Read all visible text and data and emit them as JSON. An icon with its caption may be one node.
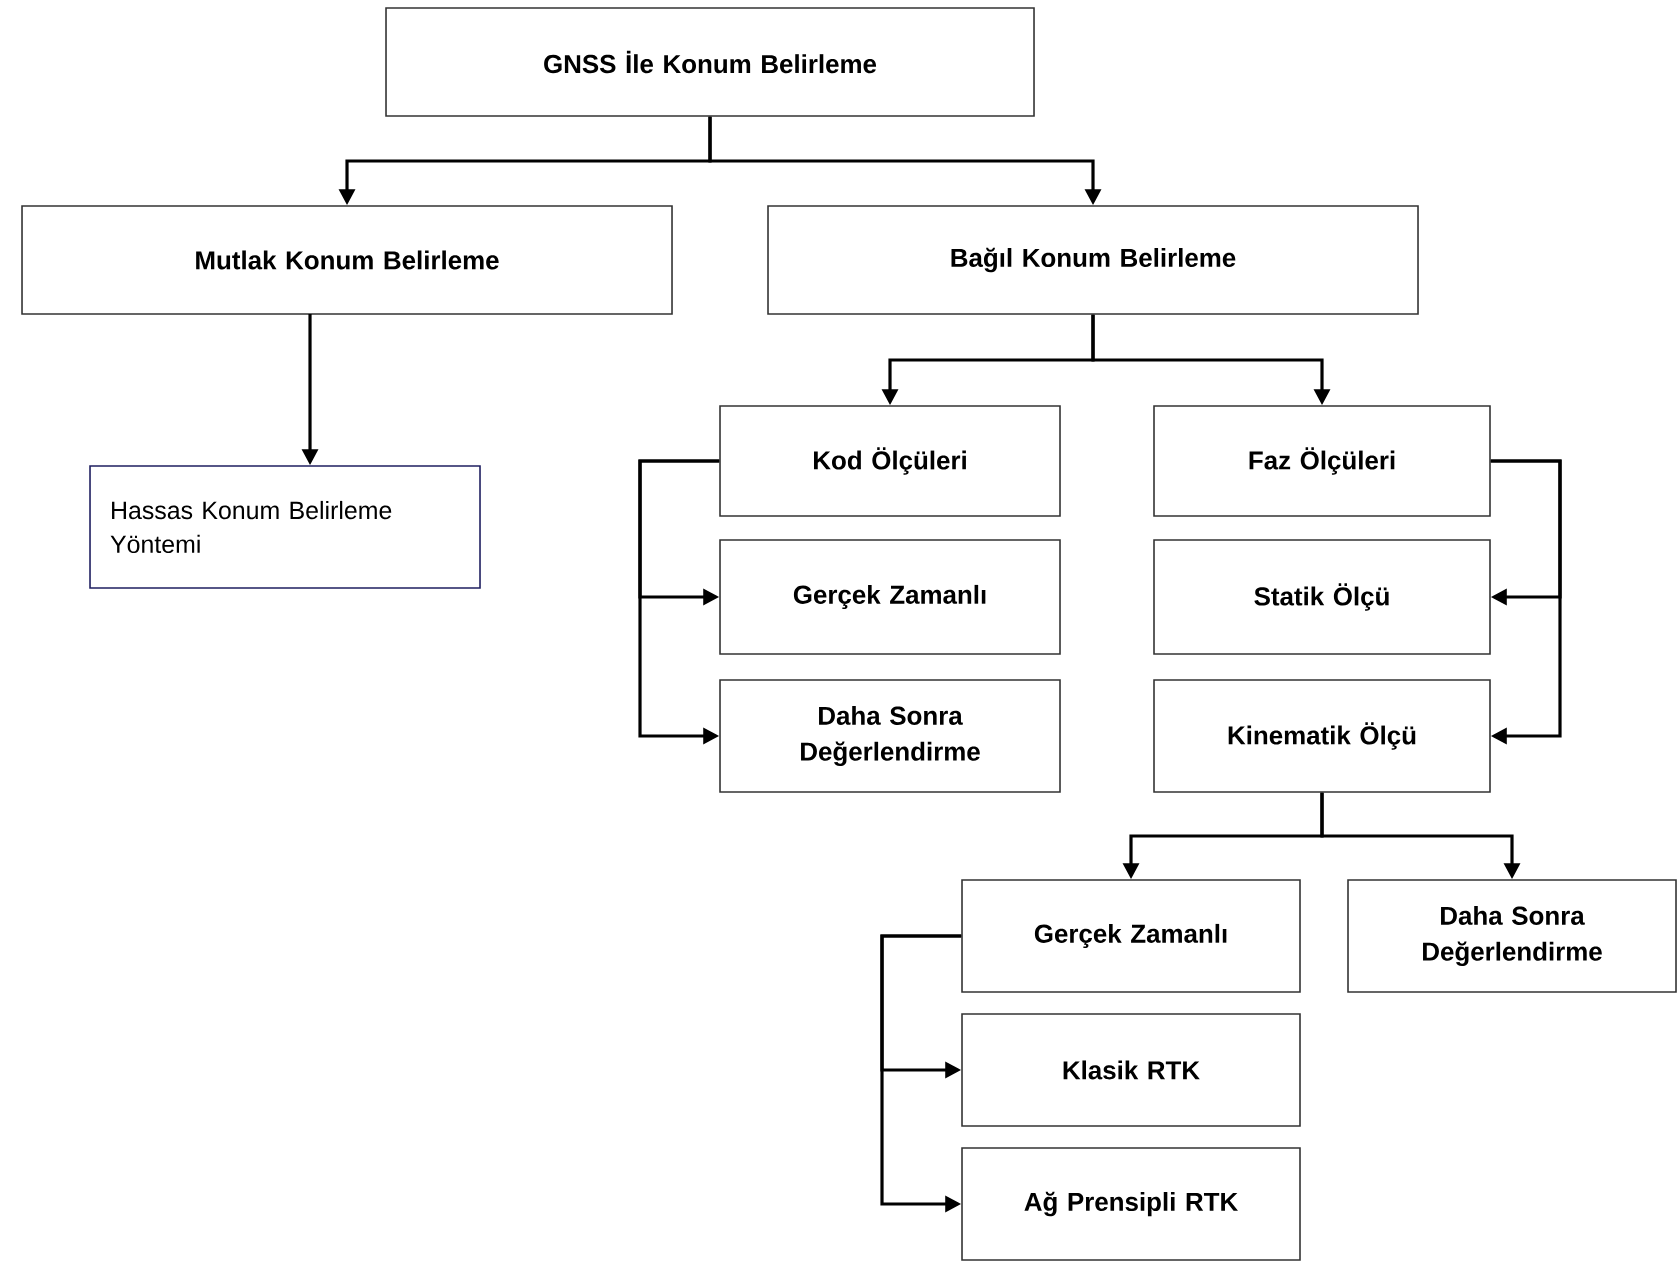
{
  "diagram": {
    "nodes": [
      {
        "text": [
          "GNSS İle Konum Belirleme"
        ]
      },
      {
        "text": [
          "Mutlak Konum Belirleme"
        ]
      },
      {
        "text": [
          "Bağıl Konum Belirleme"
        ]
      },
      {
        "text": [
          "Hassas Konum Belirleme Yöntemi"
        ]
      },
      {
        "text": [
          "Kod Ölçüleri"
        ]
      },
      {
        "text": [
          "Faz Ölçüleri"
        ]
      },
      {
        "text": [
          "Gerçek Zamanlı"
        ]
      },
      {
        "text": [
          "Daha Sonra Değerlendirme"
        ]
      },
      {
        "text": [
          "Statik Ölçü"
        ]
      },
      {
        "text": [
          "Kinematik Ölçü"
        ]
      },
      {
        "text": [
          "Gerçek Zamanlı"
        ]
      },
      {
        "text": [
          "Daha Sonra Değerlendirme"
        ]
      },
      {
        "text": [
          "Klasik RTK"
        ]
      },
      {
        "text": [
          "Ağ Prensipli RTK"
        ]
      }
    ],
    "edges": [
      {
        "from": 0,
        "to": 1,
        "arrow": "to"
      },
      {
        "from": 0,
        "to": 2,
        "arrow": "to"
      },
      {
        "from": 1,
        "to": 3,
        "arrow": "to"
      },
      {
        "from": 2,
        "to": 4,
        "arrow": "to"
      },
      {
        "from": 2,
        "to": 5,
        "arrow": "to"
      },
      {
        "from": 4,
        "to": 6,
        "arrow": "to"
      },
      {
        "from": 4,
        "to": 7,
        "arrow": "to"
      },
      {
        "from": 5,
        "to": 8,
        "arrow": "to"
      },
      {
        "from": 5,
        "to": 9,
        "arrow": "to"
      },
      {
        "from": 9,
        "to": 10,
        "arrow": "to"
      },
      {
        "from": 9,
        "to": 11,
        "arrow": "to"
      },
      {
        "from": 10,
        "to": 12,
        "arrow": "to"
      },
      {
        "from": 10,
        "to": 13,
        "arrow": "to"
      }
    ]
  }
}
